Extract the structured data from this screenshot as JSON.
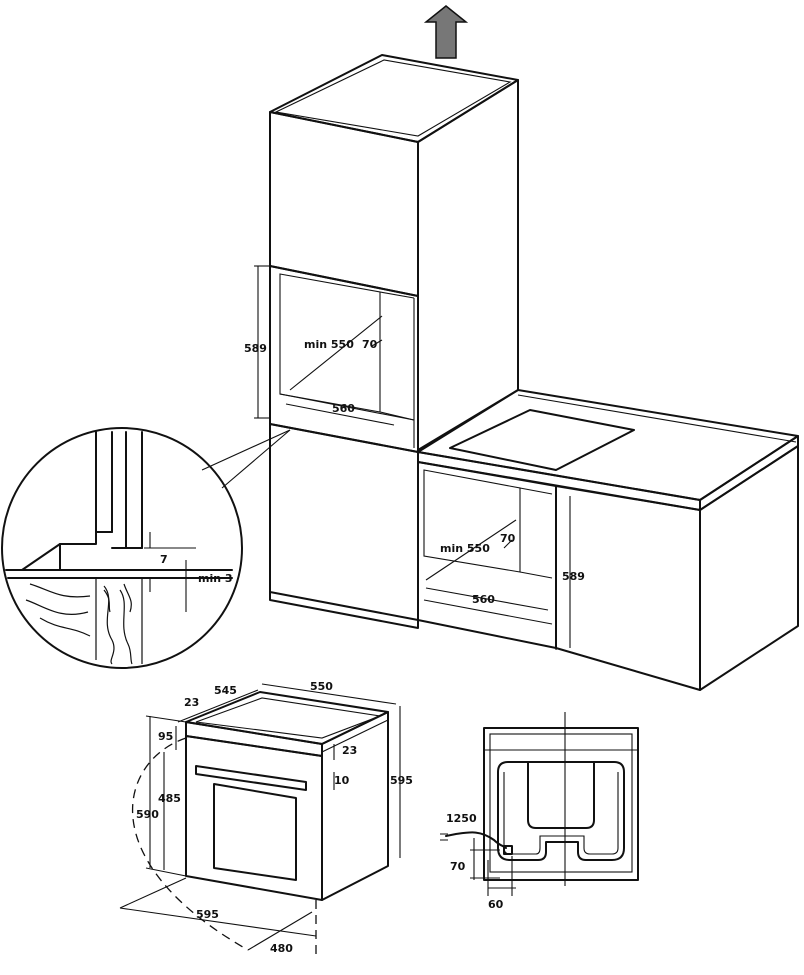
{
  "colors": {
    "line": "#111111",
    "arrow_fill": "#777777",
    "background": "#ffffff"
  },
  "tall_cabinet": {
    "height_label": "589",
    "depth_label": "min 550",
    "side_label": "70",
    "width_label": "560"
  },
  "detail": {
    "gap_label": "7",
    "min_label": "min 3"
  },
  "base_cabinet": {
    "depth_label": "min 550",
    "side_label": "70",
    "width_label": "560",
    "height_label": "589"
  },
  "oven": {
    "top_offset": "23",
    "depth_545": "545",
    "depth_550": "550",
    "panel_95": "95",
    "right_23": "23",
    "right_10": "10",
    "height_595": "595",
    "inner_485": "485",
    "outer_590": "590",
    "width_595": "595",
    "depth_480": "480"
  },
  "back_view": {
    "cable_label": "1250",
    "height_label": "70",
    "width_label": "60"
  }
}
